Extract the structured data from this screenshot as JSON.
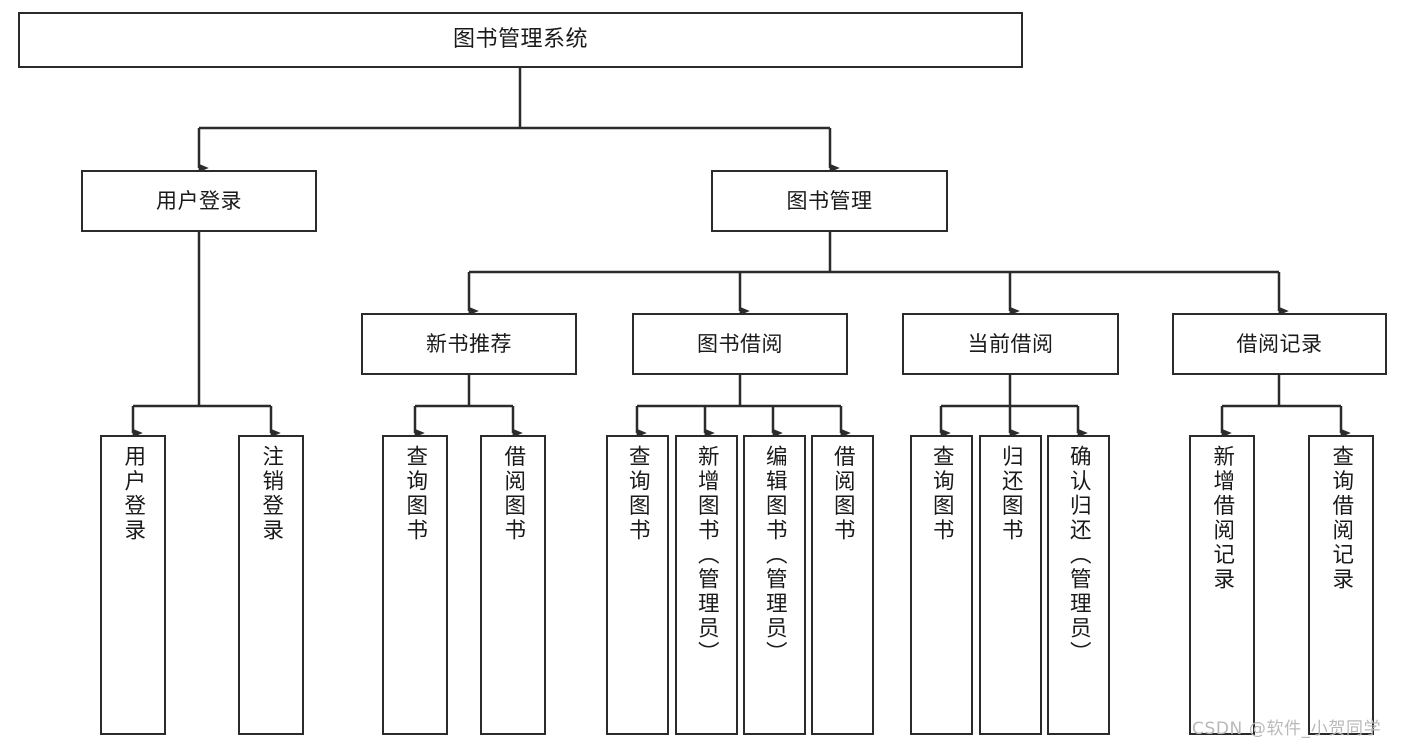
{
  "diagram": {
    "title": "图书管理系统",
    "type": "tree-hierarchy-diagram",
    "stroke_color": "#2b2b2b",
    "fill_color": "#ffffff",
    "text_color": "#1a1a1a",
    "nodes": {
      "root": {
        "label": "图书管理系统"
      },
      "level2": [
        {
          "label": "用户登录"
        },
        {
          "label": "图书管理"
        }
      ],
      "level3": [
        {
          "label": "新书推荐"
        },
        {
          "label": "图书借阅"
        },
        {
          "label": "当前借阅"
        },
        {
          "label": "借阅记录"
        }
      ],
      "leaves": {
        "user_login": [
          {
            "label": "用户登录"
          },
          {
            "label": "注销登录"
          }
        ],
        "new_book_recommend": [
          {
            "label": "查询图书"
          },
          {
            "label": "借阅图书"
          }
        ],
        "book_borrow": [
          {
            "label": "查询图书"
          },
          {
            "label": "新增图书（管理员）"
          },
          {
            "label": "编辑图书（管理员）"
          },
          {
            "label": "借阅图书"
          }
        ],
        "current_borrow": [
          {
            "label": "查询图书"
          },
          {
            "label": "归还图书"
          },
          {
            "label": "确认归还（管理员）"
          }
        ],
        "borrow_record": [
          {
            "label": "新增借阅记录"
          },
          {
            "label": "查询借阅记录"
          }
        ]
      }
    }
  },
  "watermark": {
    "text": "CSDN @软件_小贺同学"
  }
}
